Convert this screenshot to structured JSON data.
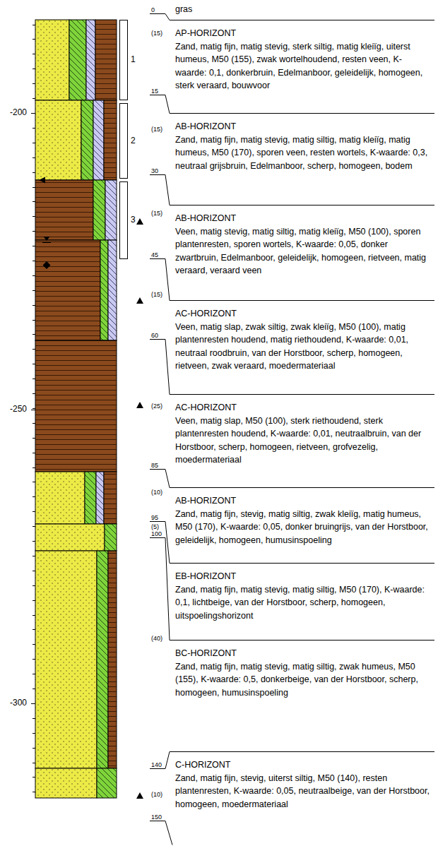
{
  "diagram": {
    "nodes": [
      {
        "text": [
          "AP-HORIZONT",
          "Zand, matig fijn, matig stevig, sterk siltig, matig kleiïg, uiterst humeus, M50 (155), zwak wortelhoudend, resten veen, K-waarde: 0,1, donkerbruin, Edelmanboor, geleidelijk, homogeen, sterk veraard, bouwvoor"
        ]
      },
      {
        "text": [
          "AB-HORIZONT",
          "Zand, matig fijn, matig stevig, matig siltig, matig kleiïg, matig humeus, M50 (170), sporen veen, resten wortels, K-waarde: 0,3, neutraal grijsbruin, Edelmanboor, scherp, homogeen, bodem"
        ]
      },
      {
        "text": [
          "AB-HORIZONT",
          "Veen, matig stevig, matig siltig, matig kleiïg, M50 (100), sporen plantenresten, sporen wortels, K-waarde: 0,05, donker zwartbruin, Edelmanboor, geleidelijk, homogeen, rietveen, matig veraard, veraard veen"
        ]
      },
      {
        "text": [
          "AC-HORIZONT",
          "Veen, matig slap, zwak siltig, zwak kleiïg, M50 (100), matig plantenresten houdend, matig riethoudend, K-waarde: 0,01, neutraal roodbruin, van der Horstboor, scherp, homogeen, rietveen, zwak veraard, moedermateriaal"
        ]
      },
      {
        "text": [
          "AC-HORIZONT",
          "Veen, matig slap, M50 (100), sterk riethoudend, sterk plantenresten houdend, K-waarde: 0,01, neutraalbruin, van der Horstboor, scherp, homogeen, rietveen, grofvezelig, moedermateriaal"
        ]
      },
      {
        "text": [
          "AB-HORIZONT",
          "Zand, matig fijn, stevig, matig siltig, zwak kleiïg, matig humeus, M50 (170), K-waarde: 0,05, donker bruingrijs, van der Horstboor, geleidelijk, homogeen, humusinspoeling"
        ]
      },
      {
        "text": [
          "EB-HORIZONT",
          "Zand, matig fijn, matig stevig, matig siltig, M50 (170), K-waarde: 0,1, lichtbeige, van der Horstboor, scherp, homogeen, uitspoelingshorizont"
        ]
      },
      {
        "text": [
          "BC-HORIZONT",
          "Zand, matig fijn, matig stevig, matig siltig, zwak humeus, M50 (155), K-waarde: 0,5, donkerbeige, van der Horstboor, scherp, homogeen, humusinspoeling"
        ]
      },
      {
        "text": [
          "C-HORIZONT",
          "Zand, matig fijn, stevig, uiterst siltig, M50 (140), resten plantenresten, K-waarde: 0,05, neutraalbeige, van der Horstboor, homogeen, moedermateriaal"
        ]
      }
    ],
    "labels": [
      "-200",
      "-250",
      "-300",
      "1",
      "2",
      "3",
      "0",
      "gras",
      "(15)",
      "15",
      "(15)",
      "30",
      "(15)",
      "45",
      "(15)",
      "60",
      "(25)",
      "85",
      "(10)",
      "95",
      "(5)",
      "100",
      "(40)",
      "140",
      "(10)",
      "150"
    ]
  }
}
